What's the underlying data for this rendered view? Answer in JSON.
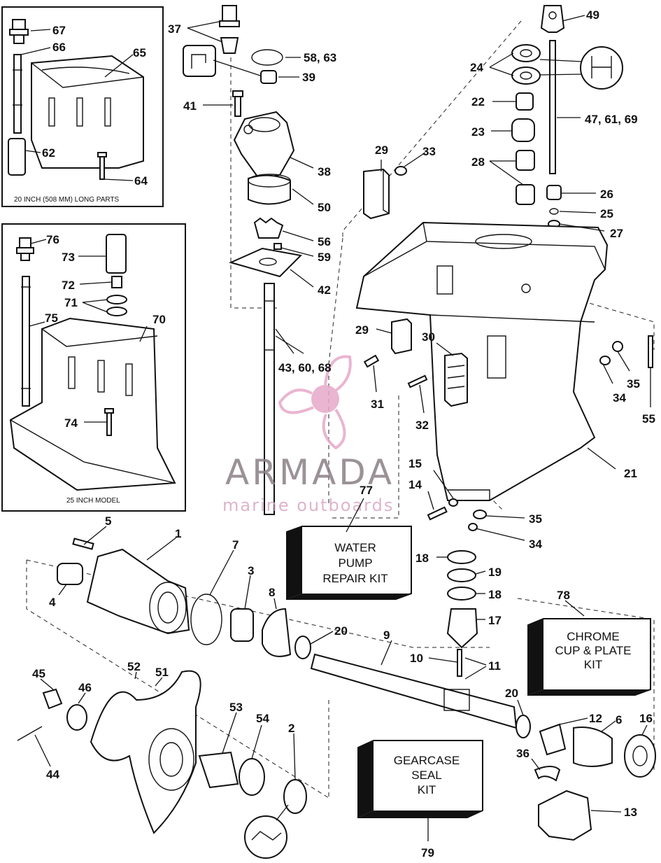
{
  "inset_20": {
    "caption": "20 INCH (508 MM) LONG PARTS"
  },
  "inset_25": {
    "caption": "25 INCH MODEL"
  },
  "kits": {
    "water_pump": [
      "WATER",
      "PUMP",
      "REPAIR KIT"
    ],
    "chrome_cup": [
      "CHROME",
      "CUP & PLATE",
      "KIT"
    ],
    "gearcase_seal": [
      "GEARCASE",
      "SEAL",
      "KIT"
    ]
  },
  "watermark": {
    "brand": "ARMADA",
    "tagline": "marine outboards"
  },
  "labels": {
    "l67": "67",
    "l66": "66",
    "l65": "65",
    "l62": "62",
    "l64": "64",
    "l76": "76",
    "l73": "73",
    "l72": "72",
    "l71": "71",
    "l70": "70",
    "l75": "75",
    "l74": "74",
    "l37": "37",
    "l58": "58, 63",
    "l39": "39",
    "l41": "41",
    "l38": "38",
    "l50": "50",
    "l56": "56",
    "l59": "59",
    "l42": "42",
    "l43": "43, 60, 68",
    "l49": "49",
    "l24": "24",
    "l22": "22",
    "l47": "47, 61, 69",
    "l23": "23",
    "l28": "28",
    "l26": "26",
    "l25": "25",
    "l27": "27",
    "l29a": "29",
    "l33": "33",
    "l29b": "29",
    "l30": "30",
    "l31": "31",
    "l32": "32",
    "l35a": "35",
    "l34a": "34",
    "l55": "55",
    "l21": "21",
    "l15": "15",
    "l14": "14",
    "l77": "77",
    "l35b": "35",
    "l34b": "34",
    "l5": "5",
    "l1": "1",
    "l7": "7",
    "l3": "3",
    "l8": "8",
    "l4": "4",
    "l20a": "20",
    "l18a": "18",
    "l19": "19",
    "l18b": "18",
    "l17": "17",
    "l9": "9",
    "l10": "10",
    "l11": "11",
    "l78": "78",
    "l52": "52",
    "l51": "51",
    "l45": "45",
    "l46": "46",
    "l53": "53",
    "l54": "54",
    "l2": "2",
    "l20b": "20",
    "l12": "12",
    "l6": "6",
    "l16": "16",
    "l36": "36",
    "l44": "44",
    "l13": "13",
    "l79": "79"
  }
}
